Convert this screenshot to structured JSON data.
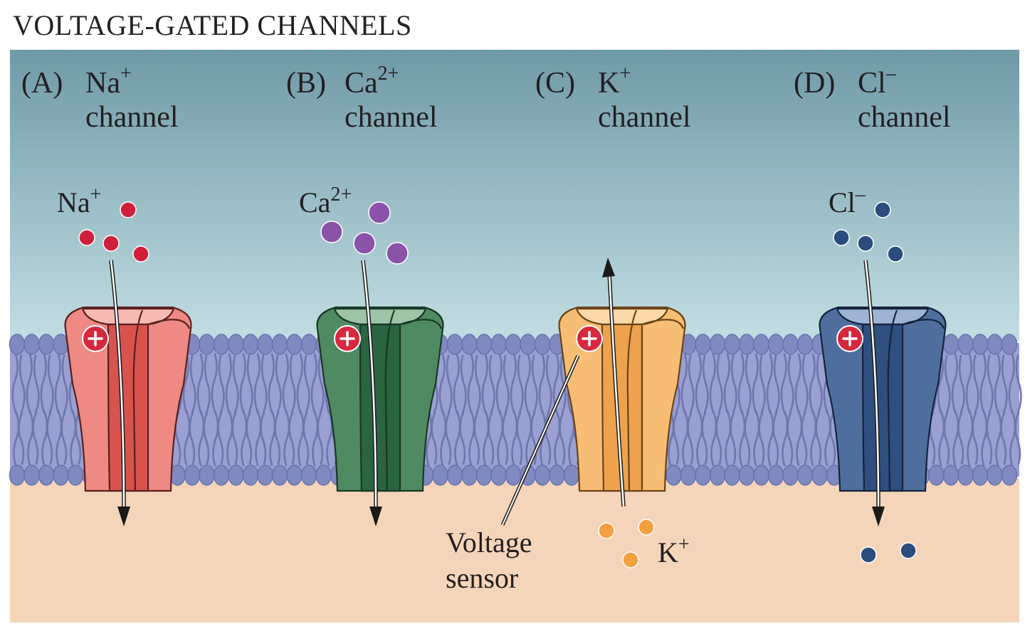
{
  "title": "VOLTAGE-GATED CHANNELS",
  "colors": {
    "extracellular_top": "#6f9aa6",
    "extracellular_bottom": "#c3dee3",
    "membrane": "#9aa0d2",
    "lipid_head": "#8089c0",
    "cytoplasm": "#f5d5ba",
    "sensor": "#d7283e"
  },
  "voltage_sensor_label": [
    "Voltage",
    "sensor"
  ],
  "channels": [
    {
      "panel": "(A)",
      "ion": "Na",
      "charge": "+",
      "word": "channel",
      "body_color": "#ee8a83",
      "pore_color": "#d8534e",
      "rim_color": "#f7bab3",
      "edge_color": "#5a2020",
      "ion_color": "#d01f3c",
      "flow": "in"
    },
    {
      "panel": "(B)",
      "ion": "Ca",
      "charge": "2+",
      "word": "channel",
      "body_color": "#4f8a63",
      "pore_color": "#2a6440",
      "rim_color": "#9ec4a8",
      "edge_color": "#173826",
      "ion_color": "#8a52a8",
      "flow": "in"
    },
    {
      "panel": "(C)",
      "ion": "K",
      "charge": "+",
      "word": "channel",
      "body_color": "#f8bd74",
      "pore_color": "#eea24d",
      "rim_color": "#fbd8a8",
      "edge_color": "#6a4418",
      "ion_color": "#f2a040",
      "flow": "out"
    },
    {
      "panel": "(D)",
      "ion": "Cl",
      "charge": "–",
      "word": "channel",
      "body_color": "#4e6f9e",
      "pore_color": "#2f4f80",
      "rim_color": "#9fb3d4",
      "edge_color": "#14233e",
      "ion_color": "#2b4d7e",
      "flow": "in"
    }
  ]
}
